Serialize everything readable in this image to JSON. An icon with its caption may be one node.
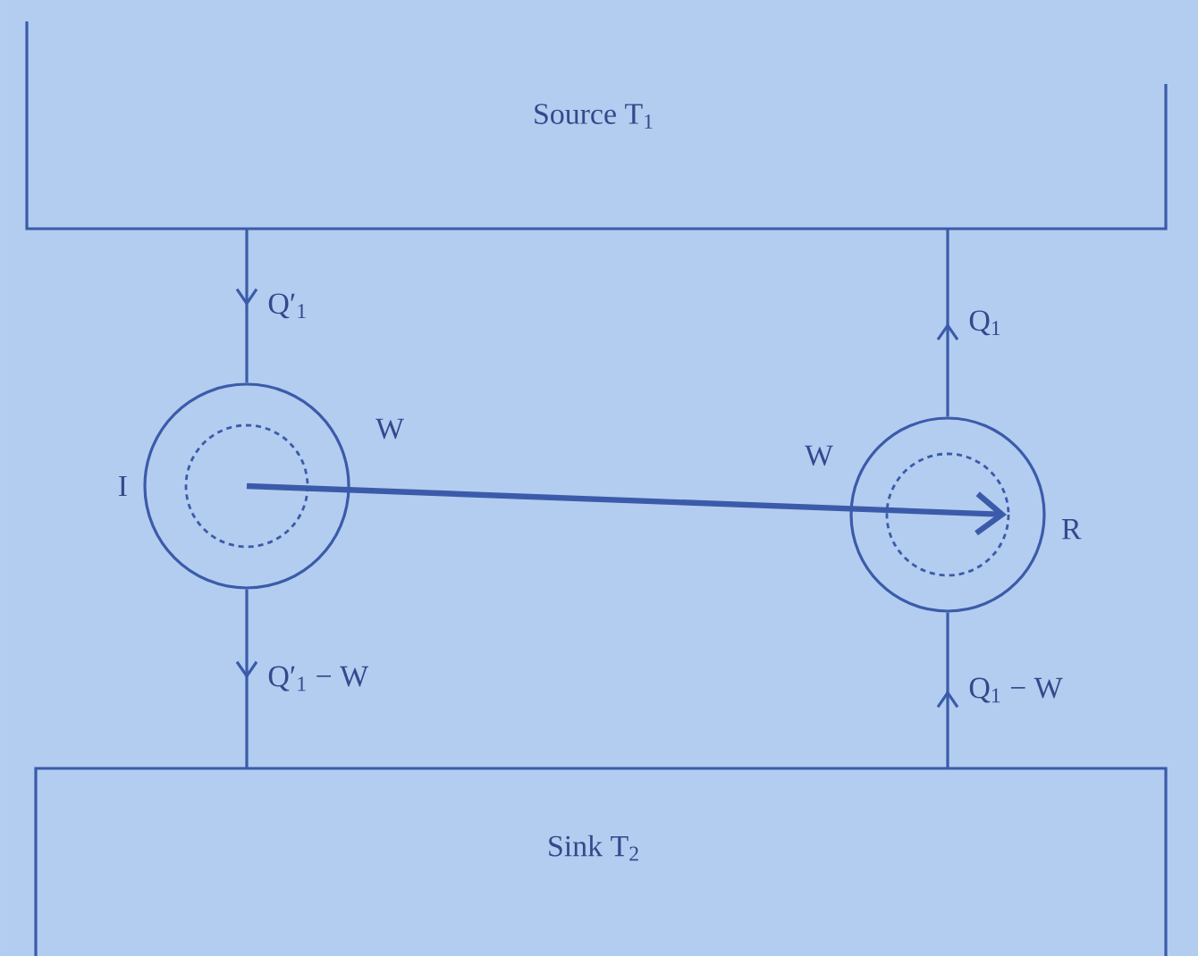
{
  "diagram": {
    "nodes": [
      {
        "text": [
          "Source T$_{1}$"
        ]
      },
      {
        "text": [
          "I"
        ],
        "beside": [
          "W"
        ]
      },
      {
        "text": [
          "R"
        ],
        "beside": [
          "W"
        ]
      },
      {
        "text": [
          "Sink T$_{2}$"
        ]
      }
    ],
    "edges": [
      {
        "from": 0,
        "to": 1,
        "arrow": "to",
        "label": "Q′$_{1}$"
      },
      {
        "from": 1,
        "to": 3,
        "arrow": "to",
        "label": "Q′$_{1}$ − W"
      },
      {
        "from": 1,
        "to": 2,
        "arrow": "to",
        "style": "thick"
      },
      {
        "from": 3,
        "to": 2,
        "arrow": "to",
        "label": "Q$_{1}$ − W"
      },
      {
        "from": 2,
        "to": 0,
        "arrow": "to",
        "label": "Q$_{1}$"
      }
    ]
  }
}
